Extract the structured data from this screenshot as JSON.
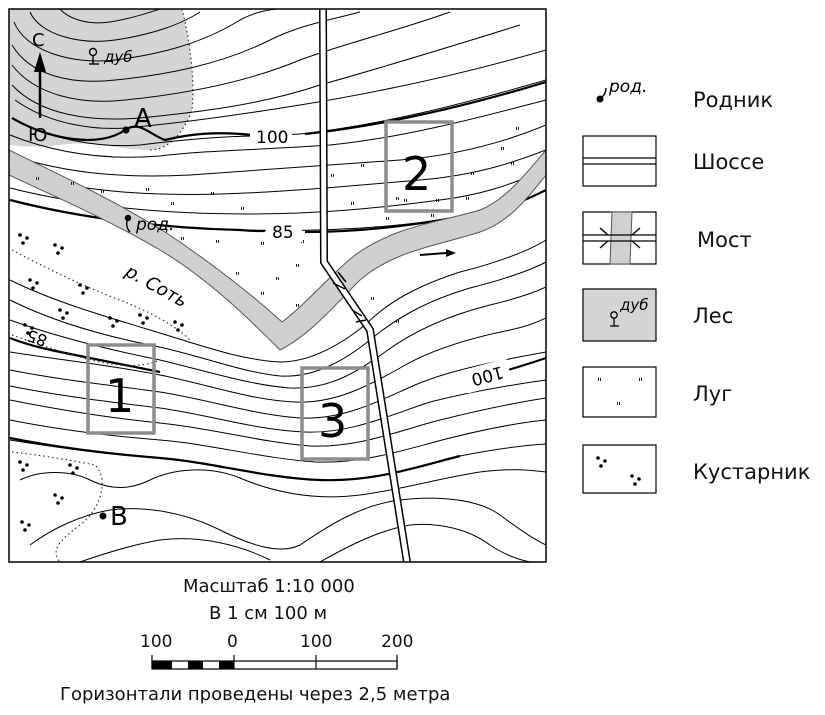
{
  "map": {
    "compass": {
      "north": "С",
      "south": "Ю"
    },
    "points": {
      "a": "А",
      "b": "В"
    },
    "squares": [
      "1",
      "2",
      "3"
    ],
    "labels": {
      "oak": "дуб",
      "spring": "род.",
      "river": "р. Соть",
      "contour_100_top": "100",
      "contour_85_top": "85",
      "contour_85_bottom": "85",
      "contour_100_bottom": "100"
    },
    "colors": {
      "forest": "#d4d4d4",
      "river": "#cfcfcf",
      "square_frame": "#8c8c8c"
    }
  },
  "legend": {
    "spring": {
      "symbol_text": "род.",
      "label": "Родник"
    },
    "highway": {
      "label": "Шоссе"
    },
    "bridge": {
      "label": "Мост"
    },
    "forest": {
      "symbol_text": "дуб",
      "label": "Лес"
    },
    "meadow": {
      "label": "Луг"
    },
    "shrub": {
      "label": "Кустарник"
    }
  },
  "scale": {
    "title": "Масштаб 1:10 000",
    "subtitle": "В 1 см 100 м",
    "ticks": [
      "100",
      "0",
      "100",
      "200"
    ],
    "contour_note": "Горизонтали проведены через 2,5 метра"
  }
}
